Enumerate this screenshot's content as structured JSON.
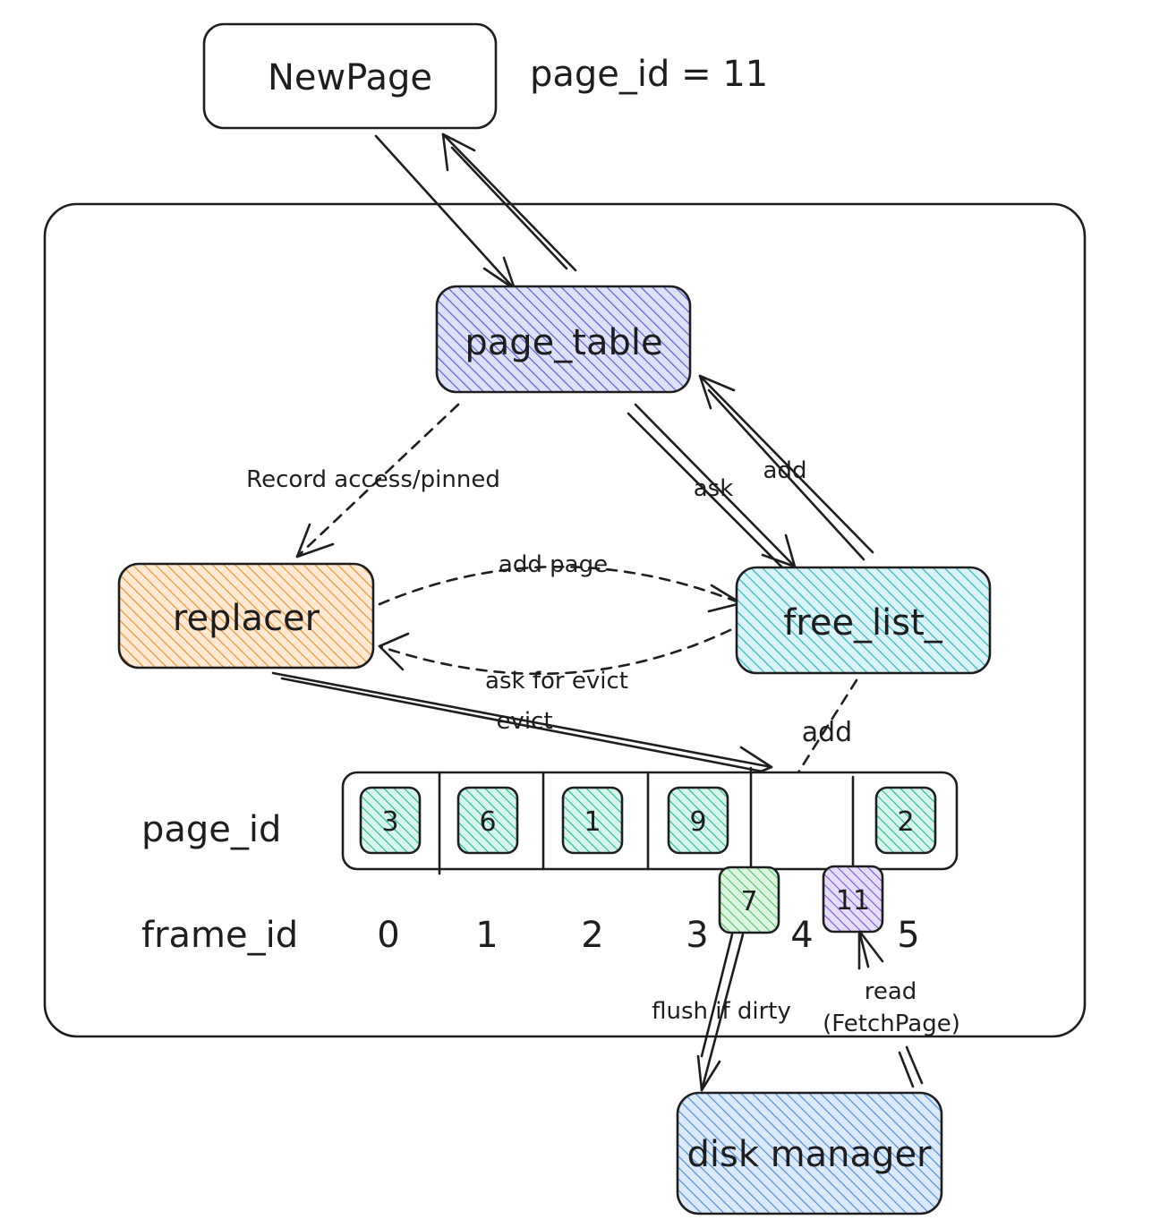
{
  "nodes": {
    "new_page": {
      "label": "NewPage"
    },
    "page_id_note": {
      "label": "page_id = 11"
    },
    "page_table": {
      "label": "page_table",
      "color": "#4c55d6"
    },
    "replacer": {
      "label": "replacer",
      "color": "#f08c26"
    },
    "free_list": {
      "label": "free_list_",
      "color": "#21b1c2"
    },
    "disk_manager": {
      "label": "disk manager",
      "color": "#3e88e0"
    }
  },
  "edges": {
    "record_access": "Record access/pinned",
    "ask": "ask",
    "add_page_table": "add",
    "add_page": "add page",
    "ask_for_evict": "ask for evict",
    "evict": "evict",
    "add_frame": "add",
    "flush": "flush if dirty",
    "read": "read",
    "read_sub": "(FetchPage)"
  },
  "buffer": {
    "row_label_page": "page_id",
    "row_label_frame": "frame_id",
    "frames": [
      {
        "frame_id": "0",
        "page_id": "3"
      },
      {
        "frame_id": "1",
        "page_id": "6"
      },
      {
        "frame_id": "2",
        "page_id": "1"
      },
      {
        "frame_id": "3",
        "page_id": "9"
      },
      {
        "frame_id": "4",
        "page_id": ""
      },
      {
        "frame_id": "5",
        "page_id": "2"
      }
    ],
    "evicted_page": {
      "label": "7",
      "color": "#40c057"
    },
    "new_page": {
      "label": "11",
      "color": "#7048e8"
    },
    "cell_color": "#12b886"
  }
}
